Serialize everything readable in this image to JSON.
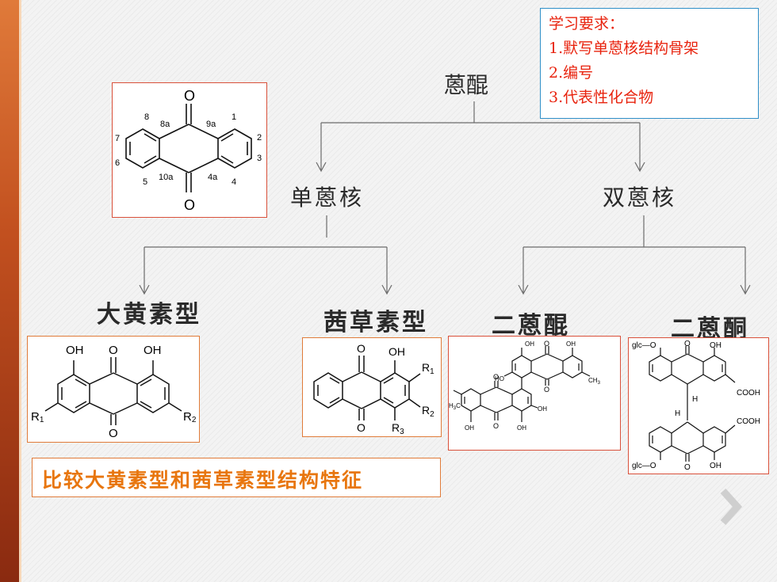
{
  "requirements": {
    "title": "学习要求：",
    "items": [
      "1.默写单蒽核结构骨架",
      "2.编号",
      "3.代表性化合物"
    ]
  },
  "tree": {
    "root": "蒽醌",
    "branch_single": "单蒽核",
    "branch_double": "双蒽核",
    "leaf_emodin": "大黄素型",
    "leaf_alizarin": "茜草素型",
    "leaf_dianthraquinone": "二蒽醌",
    "leaf_dianthrone": "二蒽酮"
  },
  "skeleton": {
    "carbonyl_top": "O",
    "carbonyl_bottom": "O",
    "pos": {
      "p1": "1",
      "p2": "2",
      "p3": "3",
      "p4": "4",
      "p4a": "4a",
      "p5": "5",
      "p6": "6",
      "p7": "7",
      "p8": "8",
      "p8a": "8a",
      "p9a": "9a",
      "p10a": "10a"
    }
  },
  "emodin_struct": {
    "oh_left": "OH",
    "o_top": "O",
    "oh_right": "OH",
    "o_bottom": "O",
    "r1": "R",
    "r1_sub": "1",
    "r2": "R",
    "r2_sub": "2"
  },
  "alizarin_struct": {
    "o_top": "O",
    "oh": "OH",
    "r1": "R",
    "r1_sub": "1",
    "r2": "R",
    "r2_sub": "2",
    "o_bottom": "O",
    "r3": "R",
    "r3_sub": "3"
  },
  "dianthraquinone_struct": {
    "oh": "OH",
    "o": "O",
    "ho": "HO",
    "ch3": "CH",
    "sub3": "3",
    "h3c": "H",
    "h3c_sub": "3",
    "h3c_c": "C"
  },
  "dianthrone_struct": {
    "glc_o": "glc—O",
    "o": "O",
    "oh": "OH",
    "cooh": "COOH",
    "h": "H"
  },
  "compare_text": "比较大黄素型和茜草素型结构特征",
  "colors": {
    "accent_red": "#e8230e",
    "accent_orange": "#e8760e",
    "box_blue": "#2f8fc8",
    "box_orange": "#e07b39",
    "box_red": "#d9503a"
  },
  "next_icon": "chevron-right-icon"
}
